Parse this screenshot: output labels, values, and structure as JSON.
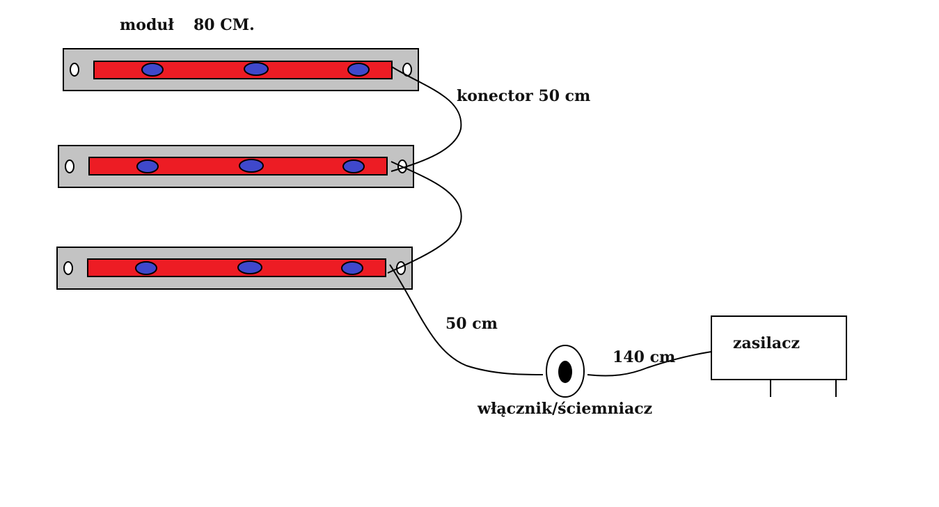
{
  "labels": {
    "module": "moduł",
    "module_length": "80 CM.",
    "connector": "konector 50 cm",
    "cable_to_switch": "50 cm",
    "cable_to_psu": "140 cm",
    "switch": "włącznik/ściemniacz",
    "power_supply": "zasilacz"
  },
  "colors": {
    "module_frame": "#c3c3c3",
    "led_strip": "#ed1c24",
    "led": "#3f48cc",
    "outline": "#000000"
  },
  "modules": [
    {
      "id": "module-1",
      "leds": 3
    },
    {
      "id": "module-2",
      "leds": 3
    },
    {
      "id": "module-3",
      "leds": 3
    }
  ]
}
